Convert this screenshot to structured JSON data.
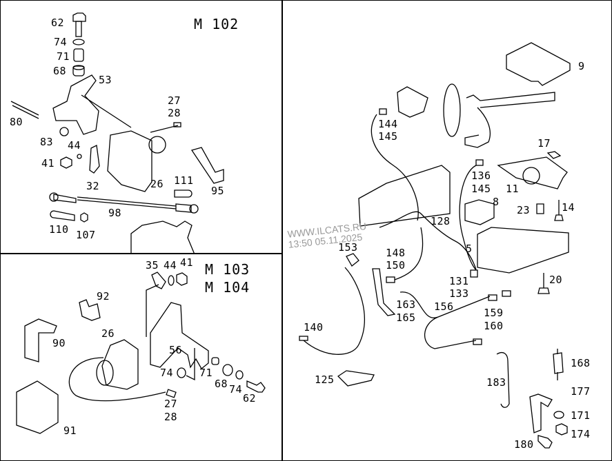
{
  "watermark": {
    "site": "WWW.ILCATS.RU",
    "timestamp": "13:50 05.11.2025"
  },
  "panels": {
    "m102": {
      "title": "M 102",
      "labels": [
        "62",
        "74",
        "71",
        "68",
        "53",
        "80",
        "27",
        "28",
        "83",
        "44",
        "41",
        "32",
        "26",
        "111",
        "95",
        "98",
        "110",
        "107"
      ]
    },
    "m103": {
      "title_line1": "M 103",
      "title_line2": "M 104",
      "labels": [
        "35",
        "44",
        "41",
        "92",
        "90",
        "26",
        "56",
        "74",
        "71",
        "68",
        "74",
        "62",
        "27",
        "28",
        "91"
      ]
    },
    "harness": {
      "labels": [
        "9",
        "144",
        "145",
        "17",
        "136",
        "145",
        "11",
        "8",
        "23",
        "14",
        "128",
        "153",
        "148",
        "150",
        "5",
        "131",
        "133",
        "20",
        "163",
        "165",
        "156",
        "159",
        "160",
        "140",
        "125",
        "168",
        "183",
        "177",
        "171",
        "174",
        "180"
      ]
    }
  }
}
